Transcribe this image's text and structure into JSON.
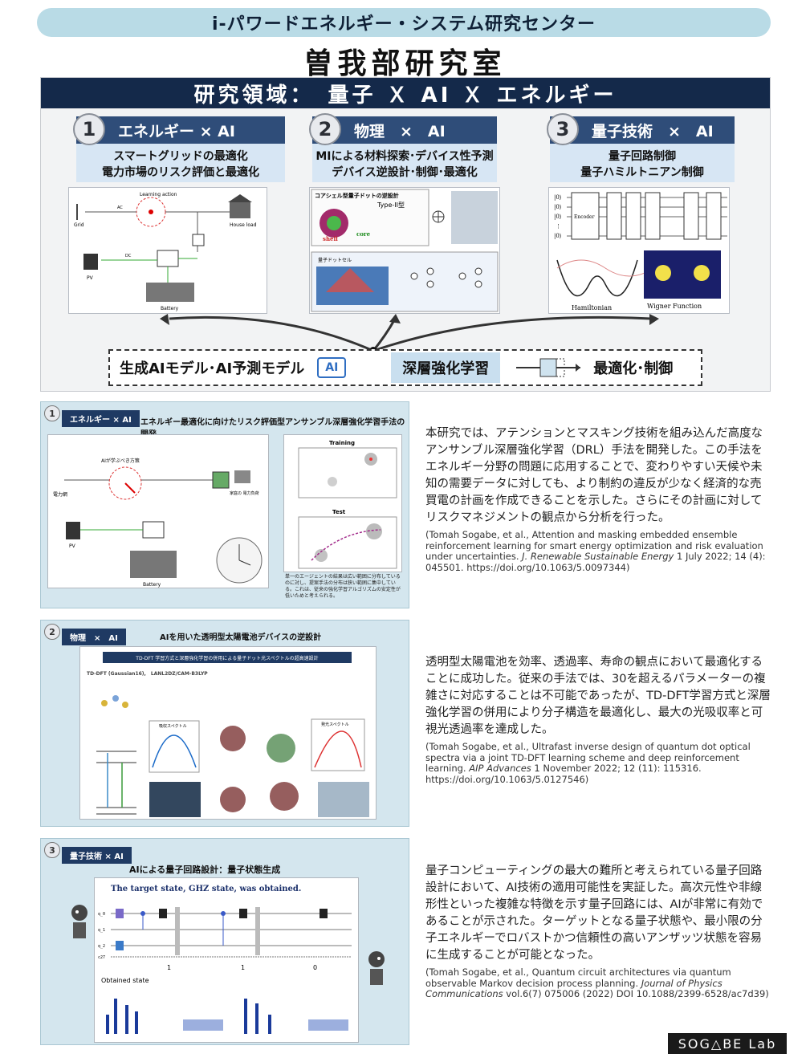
{
  "header": {
    "center_name": "i-パワードエネルギー・システム研究センター",
    "lab_name": "曽我部研究室"
  },
  "overview": {
    "title": "研究領域：　量子 Ｘ AI Ｘ エネルギー",
    "columns": [
      {
        "num": "1",
        "label": "エネルギー × AI",
        "desc1": "スマートグリッドの最適化",
        "desc2": "電力市場のリスク評価と最適化"
      },
      {
        "num": "2",
        "label": "物理　×　AI",
        "desc1": "MIによる材料探索･デバイス性予測",
        "desc2": "デバイス逆設計･制御･最適化"
      },
      {
        "num": "3",
        "label": "量子技術　×　AI",
        "desc1": "量子回路制御",
        "desc2": "量子ハミルトニアン制御"
      }
    ],
    "diagram1": {
      "learning_action": "Learning action",
      "grid": "Grid",
      "house_load": "House load",
      "pv": "PV",
      "battery": "Battery",
      "ac": "AC",
      "dc": "DC"
    },
    "diagram2": {
      "top_label": "コアシェル型量子ドットの逆設計",
      "type_label": "Type-II型",
      "shell": "shell",
      "core": "core",
      "bottom_label": "量子ドットセル"
    },
    "diagram3": {
      "kets": [
        "|0⟩",
        "|0⟩",
        "|0⟩",
        "⋮",
        "|0⟩"
      ],
      "encoder": "Encoder",
      "hamiltonian": "Hamiltonian",
      "wigner": "Wigner Function"
    },
    "bottom": {
      "gen_model": "生成AIモデル･AI予測モデル",
      "ai_badge": "AI",
      "drl": "深層強化学習",
      "optimize": "最適化･制御"
    }
  },
  "sections": [
    {
      "num": "1",
      "tag": "エネルギー × AI",
      "title": "エネルギー最適化に向けたリスク評価型アンサンブル深層強化学習手法の開発",
      "fig": {
        "action_label": "AIが学ぶべき方策",
        "grid": "電力網",
        "house": "家庭の\n電力負荷",
        "pv": "PV",
        "battery": "Battery",
        "training": "Training",
        "test": "Test",
        "caption": "単一のエージェントの結果は広い範囲に分布しているのに対し、提案手法の分布は狭い範囲に集中している。これは、従来の強化学習アルゴリズムの安定性が低いためと考えられる。"
      },
      "body": "本研究では、アテンションとマスキング技術を組み込んだ高度なアンサンブル深層強化学習（DRL）手法を開発した。この手法をエネルギー分野の問題に応用することで、変わりやすい天候や未知の需要データに対しても、より制約の違反が少なく経済的な売買電の計画を作成できることを示した。さらにその計画に対してリスクマネジメントの観点から分析を行った。",
      "ref_pre": "(Tomah Sogabe, et al., Attention and masking embedded ensemble reinforcement learning for smart energy optimization and risk evaluation under uncertainties. ",
      "ref_journal": "J. Renewable Sustainable Energy",
      "ref_post": " 1 July 2022; 14 (4): 045501. https://doi.org/10.1063/5.0097344)"
    },
    {
      "num": "2",
      "tag": "物理　×　AI",
      "title": "AIを用いた透明型太陽電池デバイスの逆設計",
      "fig": {
        "banner": "TD-DFT 学習方式と深層強化学習の併用による量子ドット光スペクトルの超高速設計",
        "method": "TD-DFT (Gaussian16),　LANL2DZ/CAM-B3LYP",
        "absorb": "吸収スペクトル",
        "emit": "発光スペクトル"
      },
      "body": "透明型太陽電池を効率、透過率、寿命の観点において最適化することに成功した。従来の手法では、30を超えるパラメーターの複雑さに対応することは不可能であったが、TD-DFT学習方式と深層強化学習の併用により分子構造を最適化し、最大の光吸収率と可視光透過率を達成した。",
      "ref_pre": "(Tomah Sogabe, et al., Ultrafast inverse design of quantum dot optical spectra via a joint TD-DFT learning scheme and deep reinforcement learning. ",
      "ref_journal": "AIP Advances",
      "ref_post": " 1 November 2022; 12 (11): 115316. https://doi.org/10.1063/5.0127546)"
    },
    {
      "num": "3",
      "tag": "量子技術 × AI",
      "title": "AIによる量子回路設計：量子状態生成",
      "fig": {
        "banner": "The target state, GHZ state, was obtained.",
        "obtained": "Obtained state",
        "qubits": [
          "q_0",
          "q_1",
          "q_2",
          "c27"
        ],
        "results": [
          "1",
          "1",
          "0"
        ]
      },
      "body": "量子コンピューティングの最大の難所と考えられている量子回路設計において、AI技術の適用可能性を実証した。高次元性や非線形性といった複雑な特徴を示す量子回路には、AIが非常に有効であることが示された。ターゲットとなる量子状態や、最小限の分子エネルギーでロバストかつ信頼性の高いアンザッツ状態を容易に生成することが可能となった。",
      "ref_pre": "(Tomah Sogabe, et al., Quantum circuit architectures via quantum observable Markov decision process planning. ",
      "ref_journal": "Journal of Physics Communications",
      "ref_post": " vol.6(7) 075006 (2022) DOI 10.1088/2399-6528/ac7d39)"
    }
  ],
  "logo": "SOG△BE Lab",
  "colors": {
    "navy": "#14294a",
    "pill": "#b9dbe6",
    "card": "#d4e6ee",
    "accent": "#2f4d79"
  }
}
